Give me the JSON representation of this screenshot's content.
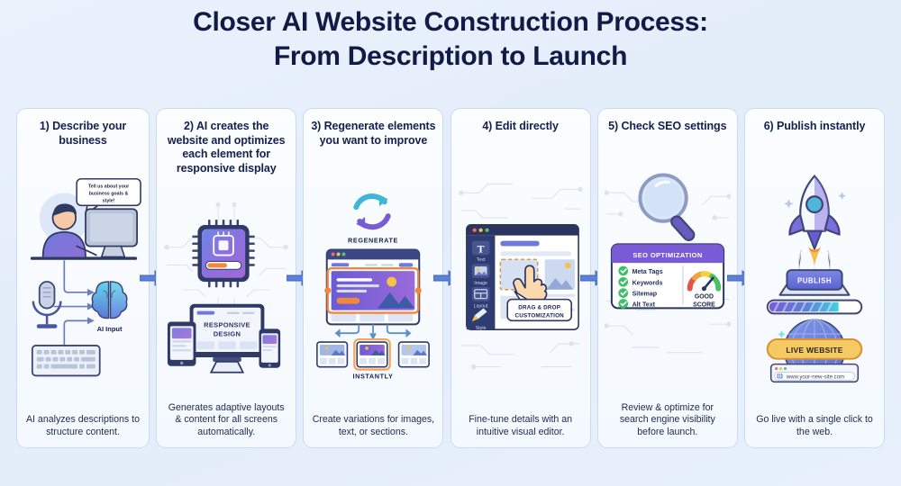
{
  "header": {
    "title_line1": "Closer AI Website Construction Process:",
    "title_line2": "From Description to Launch",
    "title_color": "#121a45"
  },
  "theme": {
    "background": "#e6effb",
    "card_background": "#f7fbff",
    "card_border": "#c9dcf3",
    "accent_blue": "#5b7fd4",
    "accent_purple": "#7a5bd6",
    "accent_orange": "#f2863c",
    "text_dark": "#16204c"
  },
  "connector": {
    "icon": "arrow-right-icon",
    "count": 5,
    "color": "#5b82d8"
  },
  "cards": [
    {
      "id": "describe-business",
      "title": "1) Describe your business",
      "caption": "AI analyzes descriptions to structure content.",
      "art": {
        "speech_bubble": "Tell us about your business goals & style!",
        "label": "AI Input",
        "icons": [
          "person-at-desk-icon",
          "microphone-icon",
          "brain-icon",
          "keyboard-icon"
        ]
      }
    },
    {
      "id": "ai-creates-website",
      "title": "2) AI creates the website and optimizes each element for responsive display",
      "caption": "Generates adaptive layouts & content for all screens automatically.",
      "art": {
        "label": "RESPONSIVE DESIGN",
        "icons": [
          "cpu-chip-icon",
          "desktop-icon",
          "tablet-icon",
          "phone-icon"
        ]
      }
    },
    {
      "id": "regenerate-elements",
      "title": "3) Regenerate elements you want to improve",
      "caption": "Create variations for images, text, or sections.",
      "art": {
        "label_top": "REGENERATE",
        "label_bottom": "INSTANTLY",
        "icons": [
          "refresh-cycle-icon",
          "browser-window-icon",
          "variation-thumbnail-icon"
        ]
      }
    },
    {
      "id": "edit-directly",
      "title": "4) Edit directly",
      "caption": "Fine-tune details with an intuitive visual editor.",
      "art": {
        "tools": [
          "Text",
          "Image",
          "Layout",
          "Style"
        ],
        "tooltip_line1": "DRAG & DROP",
        "tooltip_line2": "CUSTOMIZATION",
        "icons": [
          "text-tool-icon",
          "image-tool-icon",
          "layout-tool-icon",
          "style-brush-icon",
          "pointing-hand-icon"
        ]
      }
    },
    {
      "id": "check-seo",
      "title": "5) Check SEO settings",
      "caption": "Review & optimize for search engine visibility before launch.",
      "art": {
        "panel_title": "SEO OPTIMIZATION",
        "checklist": [
          "Meta Tags",
          "Keywords",
          "Sitemap",
          "Alt Text"
        ],
        "score_line1": "GOOD",
        "score_line2": "SCORE",
        "icons": [
          "magnifier-icon",
          "check-circle-icon",
          "gauge-icon"
        ]
      }
    },
    {
      "id": "publish-instantly",
      "title": "6) Publish instantly",
      "caption": "Go live with a single click to the web.",
      "art": {
        "button_label": "PUBLISH",
        "badge_label": "LIVE WEBSITE",
        "url": "www.your-new-site.com",
        "progress_percent": 75,
        "icons": [
          "rocket-icon",
          "globe-icon",
          "progress-bar-icon",
          "browser-url-icon"
        ]
      }
    }
  ]
}
